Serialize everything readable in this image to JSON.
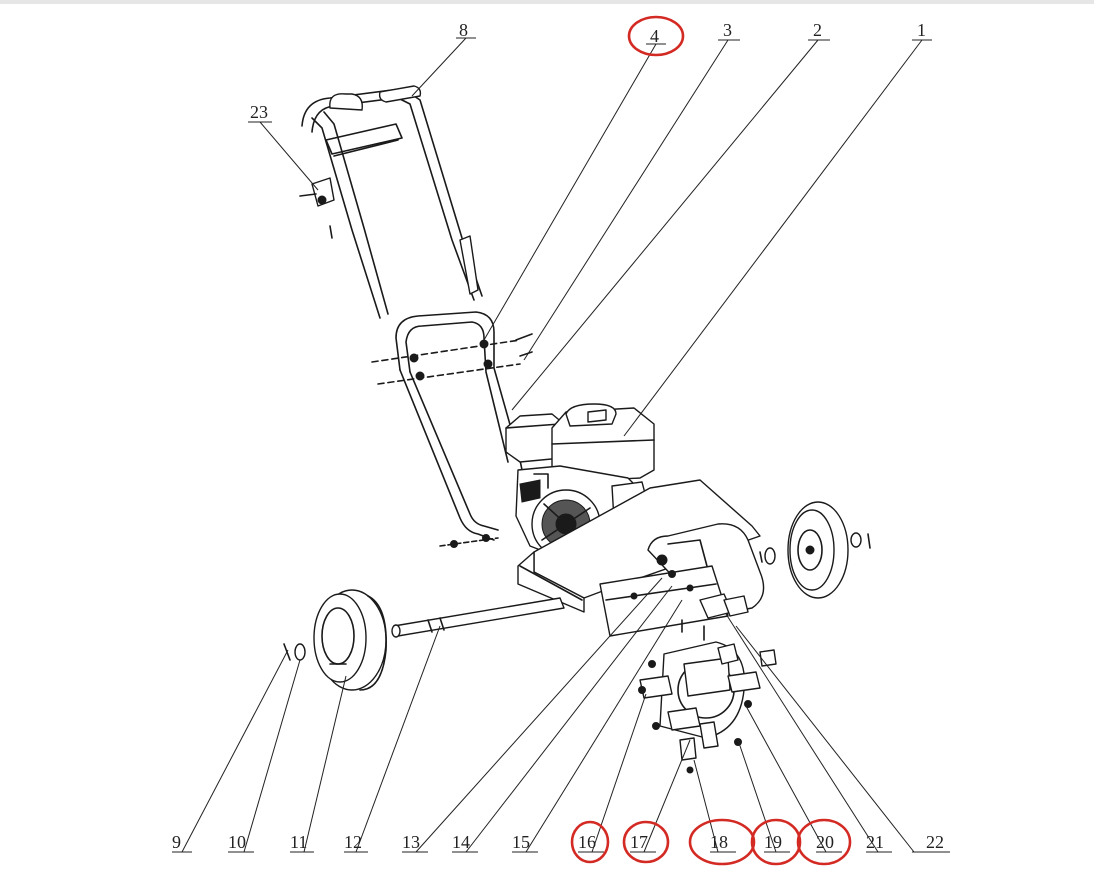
{
  "colors": {
    "line": "#1a1a1a",
    "highlight": "#d42a24",
    "background": "#ffffff"
  },
  "callouts": {
    "c1": "1",
    "c2": "2",
    "c3": "3",
    "c4": "4",
    "c8": "8",
    "c23": "23",
    "c9": "9",
    "c10": "10",
    "c11": "11",
    "c12": "12",
    "c13": "13",
    "c14": "14",
    "c15": "15",
    "c16": "16",
    "c17": "17",
    "c18": "18",
    "c19": "19",
    "c20": "20",
    "c21": "21",
    "c22": "22"
  },
  "highlighted_callouts": [
    "4",
    "16",
    "17",
    "18",
    "19",
    "20"
  ]
}
